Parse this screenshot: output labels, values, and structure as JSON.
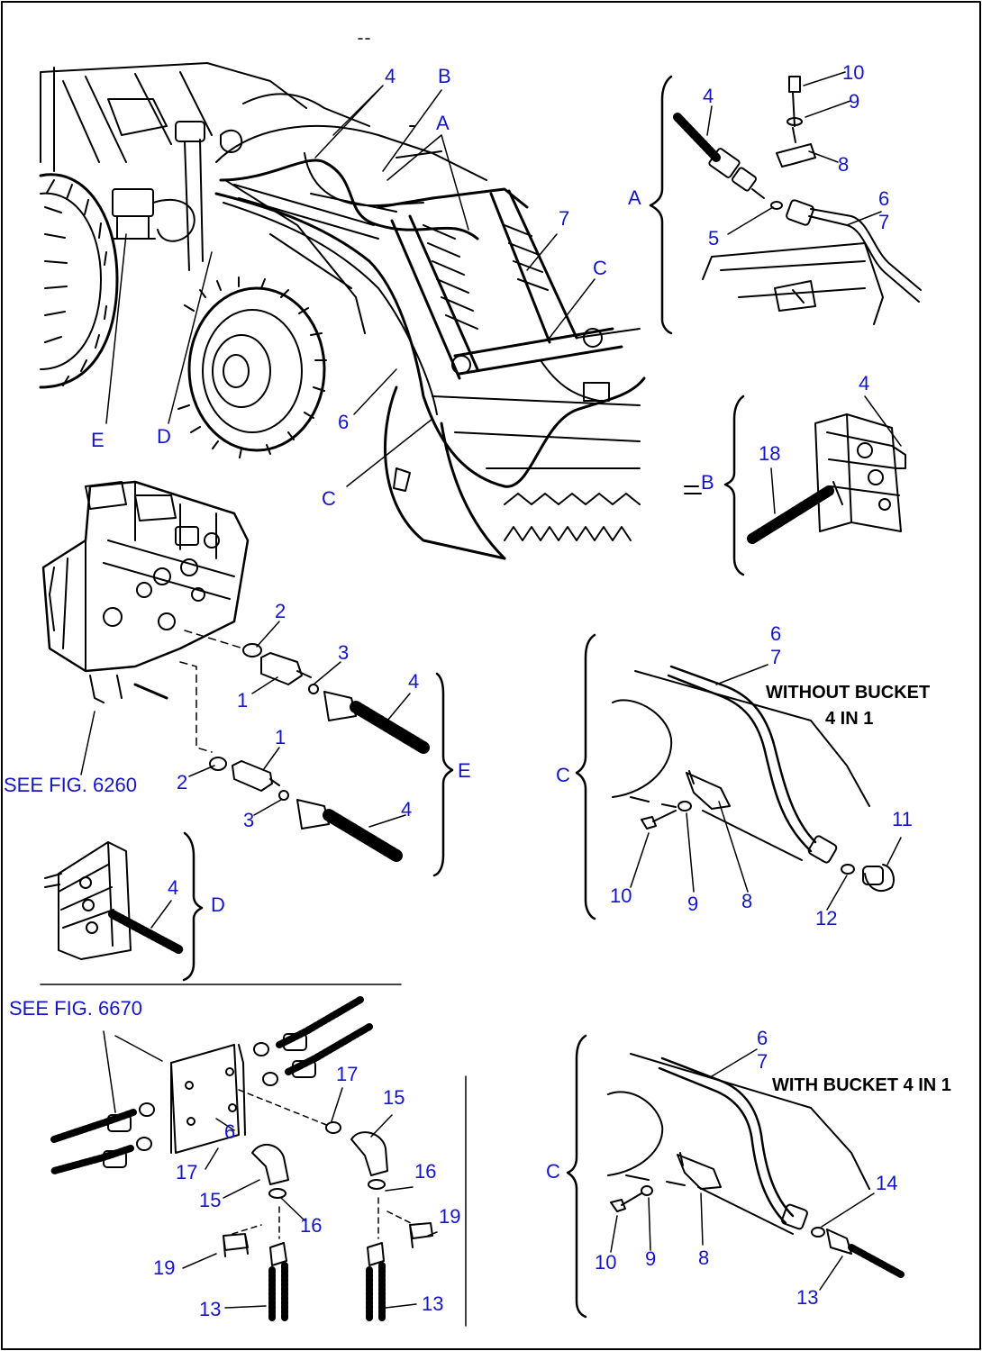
{
  "colors": {
    "label": "#1515c8",
    "linework": "#000000",
    "background": "#ffffff"
  },
  "labels": {
    "main_4": "4",
    "main_B": "B",
    "main_A": "A",
    "main_7": "7",
    "main_C_top": "C",
    "main_E": "E",
    "main_D": "D",
    "main_6": "6",
    "main_C_bottom": "C",
    "detA_4": "4",
    "detA_10": "10",
    "detA_9": "9",
    "detA_8": "8",
    "detA_6": "6",
    "detA_7": "7",
    "detA_5": "5",
    "detA_letter": "A",
    "detB_4": "4",
    "detB_18": "18",
    "detB_letter": "B",
    "detE_2a": "2",
    "detE_3a": "3",
    "detE_1a": "1",
    "detE_4a": "4",
    "detE_1b": "1",
    "detE_2b": "2",
    "detE_3b": "3",
    "detE_4b": "4",
    "detE_letter": "E",
    "see_fig_6260": "SEE FIG. 6260",
    "detD_4": "4",
    "detD_letter": "D",
    "detC1_6": "6",
    "detC1_7": "7",
    "detC1_letter": "C",
    "detC1_11": "11",
    "detC1_10": "10",
    "detC1_9": "9",
    "detC1_8": "8",
    "detC1_12": "12",
    "see_fig_6670": "SEE FIG. 6670",
    "bot_17a": "17",
    "bot_15a": "15",
    "bot_6": "6",
    "bot_17b": "17",
    "bot_16a": "16",
    "bot_15b": "15",
    "bot_16b": "16",
    "bot_19a": "19",
    "bot_19b": "19",
    "bot_13a": "13",
    "bot_13b": "13",
    "detC2_6": "6",
    "detC2_7": "7",
    "detC2_letter": "C",
    "detC2_14": "14",
    "detC2_10": "10",
    "detC2_9": "9",
    "detC2_8": "8",
    "detC2_13": "13"
  },
  "captions": {
    "without_bucket_line1": "WITHOUT BUCKET",
    "without_bucket_line2": "4 IN 1",
    "with_bucket": "WITH BUCKET 4 IN 1"
  }
}
